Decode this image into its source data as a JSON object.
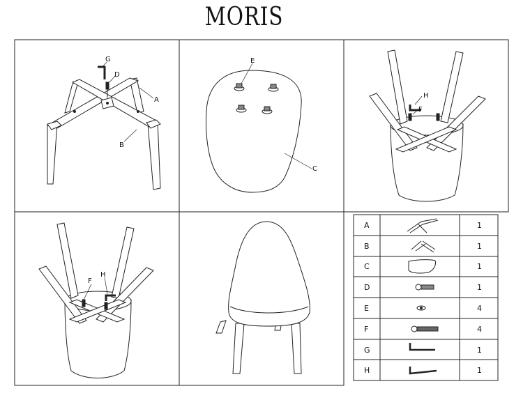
{
  "title": "MORIS",
  "labels": {
    "panel1": {
      "g": "G",
      "d": "D",
      "a": "A",
      "b": "B"
    },
    "panel2": {
      "e": "E",
      "c": "C"
    },
    "panel3": {
      "h": "H",
      "f": "F"
    },
    "panel4": {
      "f": "F",
      "h": "H"
    }
  },
  "parts": [
    {
      "letter": "A",
      "icon": "frame-a-icon",
      "qty": "1"
    },
    {
      "letter": "B",
      "icon": "frame-b-icon",
      "qty": "1"
    },
    {
      "letter": "C",
      "icon": "seat-shell-icon",
      "qty": "1"
    },
    {
      "letter": "D",
      "icon": "bolt-washer-icon",
      "qty": "1"
    },
    {
      "letter": "E",
      "icon": "washer-icon",
      "qty": "4"
    },
    {
      "letter": "F",
      "icon": "screw-icon",
      "qty": "4"
    },
    {
      "letter": "G",
      "icon": "allen-key-icon",
      "qty": "1"
    },
    {
      "letter": "H",
      "icon": "allen-key-icon",
      "qty": "1"
    }
  ]
}
